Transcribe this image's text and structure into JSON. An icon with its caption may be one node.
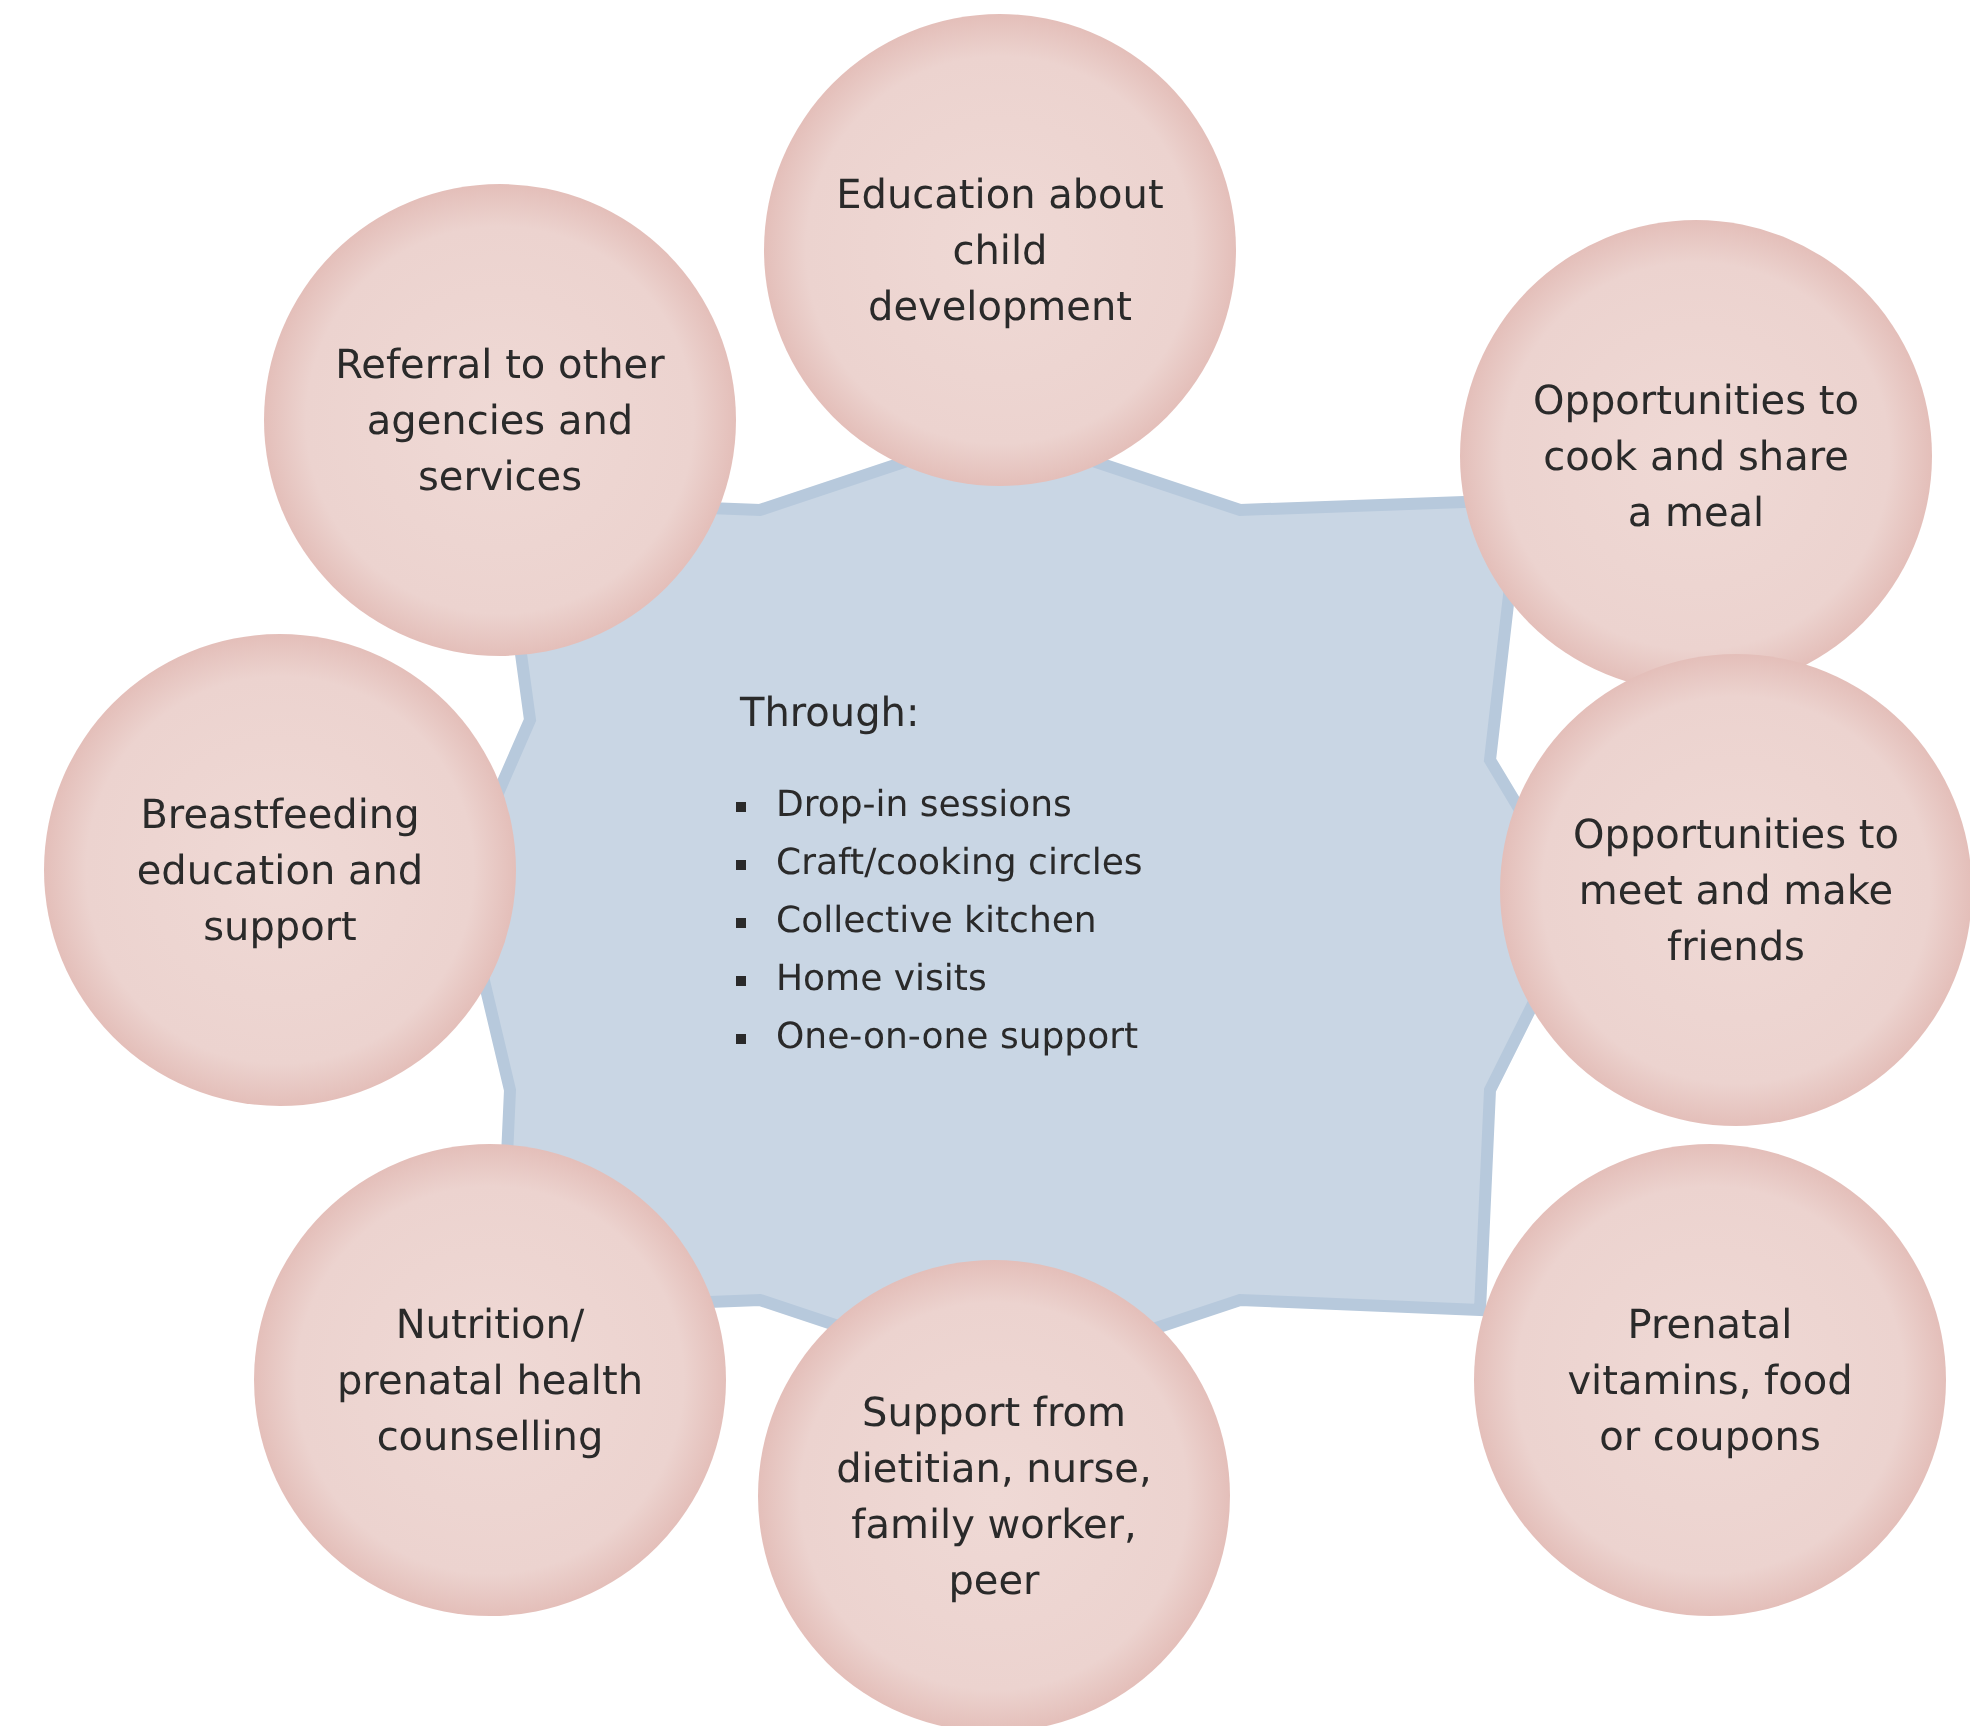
{
  "diagram": {
    "nodes": [
      {
        "text": [
          "Education about child development"
        ]
      },
      {
        "text": [
          "Opportunities to cook and share a meal"
        ]
      },
      {
        "text": [
          "Opportunities to meet and make friends"
        ]
      },
      {
        "text": [
          "Prenatal vitamins, food or coupons"
        ]
      },
      {
        "text": [
          "Support from dietitian, nurse, family worker, peer"
        ]
      },
      {
        "text": [
          "Nutrition/ prenatal health counselling"
        ]
      },
      {
        "text": [
          "Breastfeeding education and support"
        ]
      },
      {
        "text": [
          "Referral to other agencies and services"
        ]
      },
      {
        "text": [
          "Through:",
          "Drop-in sessions",
          "Craft/cooking circles",
          "Collective kitchen",
          "Home visits",
          "One-on-one support"
        ]
      }
    ]
  }
}
